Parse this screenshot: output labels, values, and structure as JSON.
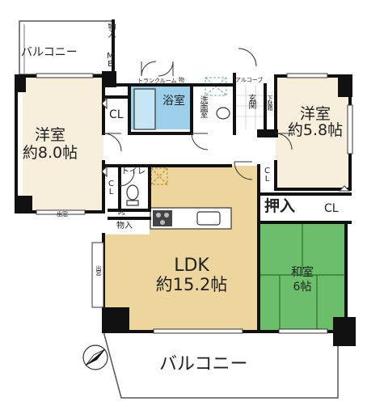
{
  "rooms": {
    "western_left": {
      "name": "洋室",
      "size": "約8.0帖"
    },
    "western_right": {
      "name": "洋室",
      "size": "約5.8帖"
    },
    "ldk": {
      "name": "LDK",
      "size": "約15.2帖"
    },
    "washitsu": {
      "name": "和室",
      "size": "6帖"
    }
  },
  "labels": {
    "bath": "浴室",
    "washroom": "洗面室",
    "entrance": "玄関",
    "toilet": "トイレ",
    "oshiire": "押入",
    "cl": "CL",
    "mono_ire": "物入",
    "mono": "物",
    "trunk_room": "トランクルーム",
    "alcove": "アルコーブ",
    "shoe_box": "下駄箱",
    "mb": "MB",
    "ps": "PS",
    "demado": "出窓",
    "balcony_top": "バルコニー",
    "balcony_bottom": "バルコニー"
  },
  "colors": {
    "floor_ldk": "#EDD59E",
    "floor_western": "#F8EEDC",
    "floor_washitsu": "#6BBE6A",
    "floor_bath": "#9BCFEA",
    "wall": "#111111"
  },
  "compass_icon": "north-arrow-icon"
}
